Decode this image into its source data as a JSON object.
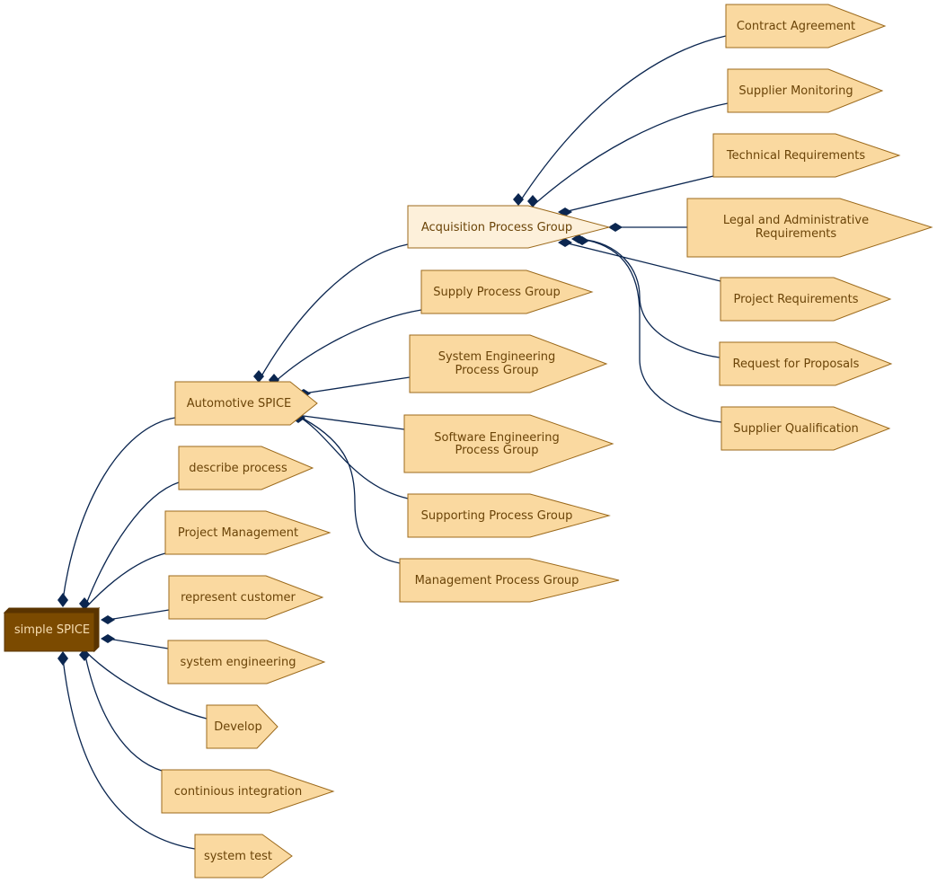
{
  "colors": {
    "edge": "#0b2650",
    "node_fill": "#fad9a0",
    "node_stroke": "#9c6a1c",
    "node_text": "#6b4408",
    "highlight_fill": "#fdf0da",
    "root_fill": "#7b4a00",
    "root_stroke": "#5a3400",
    "root_text": "#f7ddb0"
  },
  "root": {
    "label": "simple SPICE"
  },
  "nodes": {
    "automotive_spice": {
      "label": "Automotive SPICE"
    },
    "describe_process": {
      "label": "describe process"
    },
    "project_management": {
      "label": "Project Management"
    },
    "represent_customer": {
      "label": "represent customer"
    },
    "system_engineering": {
      "label": "system engineering"
    },
    "develop": {
      "label": "Develop"
    },
    "continious_integration": {
      "label": "continious integration"
    },
    "system_test": {
      "label": "system test"
    },
    "acquisition_process_group": {
      "label": "Acquisition Process Group"
    },
    "supply_process_group": {
      "label": "Supply Process Group"
    },
    "system_engineering_process_group": {
      "label_lines": [
        "System Engineering",
        "Process Group"
      ]
    },
    "software_engineering_process_group": {
      "label_lines": [
        "Software Engineering",
        "Process Group"
      ]
    },
    "supporting_process_group": {
      "label": "Supporting Process Group"
    },
    "management_process_group": {
      "label": "Management Process Group"
    },
    "contract_agreement": {
      "label": "Contract Agreement"
    },
    "supplier_monitoring": {
      "label": "Supplier Monitoring"
    },
    "technical_requirements": {
      "label": "Technical Requirements"
    },
    "legal_and_administrative_requirements": {
      "label_lines": [
        "Legal and Administrative",
        "Requirements"
      ]
    },
    "project_requirements": {
      "label": "Project Requirements"
    },
    "request_for_proposals": {
      "label": "Request for Proposals"
    },
    "supplier_qualification": {
      "label": "Supplier Qualification"
    }
  }
}
